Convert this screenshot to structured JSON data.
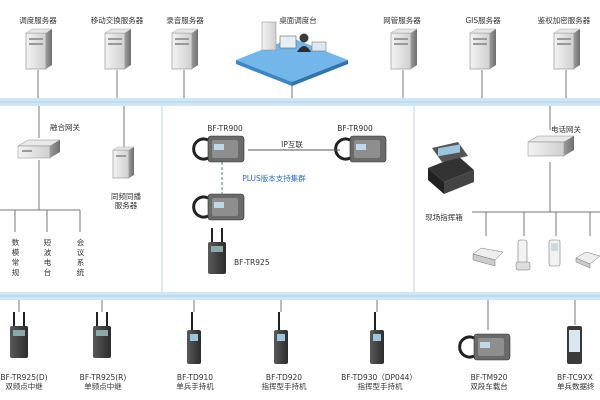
{
  "top_servers": [
    {
      "name": "调度服务器"
    },
    {
      "name": "移动交换服务器"
    },
    {
      "name": "录音服务器"
    },
    {
      "name": "桌面调度台"
    },
    {
      "name": "网管服务器"
    },
    {
      "name": "GIS服务器"
    },
    {
      "name": "鉴权加密服务器"
    }
  ],
  "left_zone": {
    "gateway": "融合网关",
    "broadcast_server": "同频同播\n服务器",
    "vertical_labels": [
      "数模常规",
      "短波电台",
      "会议系统"
    ]
  },
  "mid_zone": {
    "tr900_a": "BF-TR900",
    "tr900_b": "BF-TR900",
    "ip_link": "IP互联",
    "plus_note": "PLUS版本支持集群",
    "tr925": "BF-TR925"
  },
  "right_zone": {
    "phone_gateway": "电话网关",
    "command_box": "现场指挥箱"
  },
  "bottom_devices": [
    {
      "model": "BF-TR925(D)",
      "desc": "双频点中继"
    },
    {
      "model": "BF-TR925(R)",
      "desc": "单频点中继"
    },
    {
      "model": "BF-TD910",
      "desc": "单兵手持机"
    },
    {
      "model": "BF-TD920",
      "desc": "指挥型手持机"
    },
    {
      "model": "BF-TD930（DP044）",
      "desc": "指挥型手持机"
    },
    {
      "model": "BF-TM920",
      "desc": "双段车载台"
    },
    {
      "model": "BF-TC9XX",
      "desc": "单兵数据终"
    }
  ],
  "colors": {
    "bus": "#cfe6f7",
    "bus_line": "#a9d2ef",
    "divider": "#bcd3e6",
    "link": "#555555",
    "dashed_link": "#2a9d5c",
    "accent_text": "#2a6fd6"
  }
}
